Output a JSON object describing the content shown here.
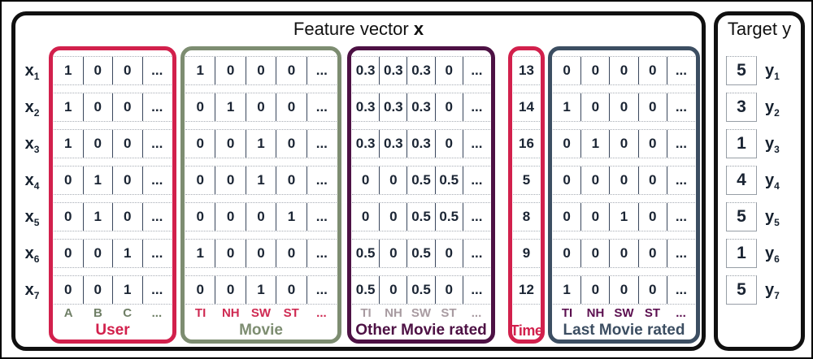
{
  "main": {
    "title_prefix": "Feature vector ",
    "title_bold": "x"
  },
  "target": {
    "title": "Target y"
  },
  "colors": {
    "panel_border": "#101010",
    "cell_text": "#1a2433",
    "red": "#d2204c",
    "green": "#7d8d71",
    "purple": "#4d1144",
    "slate": "#3c4e62"
  },
  "groups": {
    "user": {
      "name": "User",
      "color": "#d2204c",
      "name_color": "#d2204c",
      "letter_color": "#6f7f66",
      "letters": [
        "A",
        "B",
        "C",
        "..."
      ]
    },
    "movie": {
      "name": "Movie",
      "color": "#7d8d71",
      "name_color": "#7d8d71",
      "letter_color": "#cf2a52",
      "letters": [
        "TI",
        "NH",
        "SW",
        "ST",
        "..."
      ]
    },
    "other": {
      "name": "Other Movie rated",
      "color": "#4d1144",
      "name_color": "#4d1144",
      "letter_color": "#a89ba1",
      "letters": [
        "TI",
        "NH",
        "SW",
        "ST",
        "..."
      ]
    },
    "time": {
      "name": "Time",
      "color": "#d2204c",
      "name_color": "#d2204c",
      "letter_color": "#d2204c",
      "letters": []
    },
    "last": {
      "name": "Last Movie rated",
      "color": "#3c4e62",
      "name_color": "#3c4e62",
      "letter_color": "#5c1050",
      "letters": [
        "TI",
        "NH",
        "SW",
        "ST",
        "..."
      ]
    }
  },
  "rows": [
    {
      "label": "x",
      "sub": "1",
      "user": [
        "1",
        "0",
        "0",
        "..."
      ],
      "movie": [
        "1",
        "0",
        "0",
        "0",
        "..."
      ],
      "other": [
        "0.3",
        "0.3",
        "0.3",
        "0",
        "..."
      ],
      "time": "13",
      "last": [
        "0",
        "0",
        "0",
        "0",
        "..."
      ],
      "target_value": "5",
      "target_label": "y",
      "target_sub": "1"
    },
    {
      "label": "x",
      "sub": "2",
      "user": [
        "1",
        "0",
        "0",
        "..."
      ],
      "movie": [
        "0",
        "1",
        "0",
        "0",
        "..."
      ],
      "other": [
        "0.3",
        "0.3",
        "0.3",
        "0",
        "..."
      ],
      "time": "14",
      "last": [
        "1",
        "0",
        "0",
        "0",
        "..."
      ],
      "target_value": "3",
      "target_label": "y",
      "target_sub": "2"
    },
    {
      "label": "x",
      "sub": "3",
      "user": [
        "1",
        "0",
        "0",
        "..."
      ],
      "movie": [
        "0",
        "0",
        "1",
        "0",
        "..."
      ],
      "other": [
        "0.3",
        "0.3",
        "0.3",
        "0",
        "..."
      ],
      "time": "16",
      "last": [
        "0",
        "1",
        "0",
        "0",
        "..."
      ],
      "target_value": "1",
      "target_label": "y",
      "target_sub": "3"
    },
    {
      "label": "x",
      "sub": "4",
      "user": [
        "0",
        "1",
        "0",
        "..."
      ],
      "movie": [
        "0",
        "0",
        "1",
        "0",
        "..."
      ],
      "other": [
        "0",
        "0",
        "0.5",
        "0.5",
        "..."
      ],
      "time": "5",
      "last": [
        "0",
        "0",
        "0",
        "0",
        "..."
      ],
      "target_value": "4",
      "target_label": "y",
      "target_sub": "4"
    },
    {
      "label": "x",
      "sub": "5",
      "user": [
        "0",
        "1",
        "0",
        "..."
      ],
      "movie": [
        "0",
        "0",
        "0",
        "1",
        "..."
      ],
      "other": [
        "0",
        "0",
        "0.5",
        "0.5",
        "..."
      ],
      "time": "8",
      "last": [
        "0",
        "0",
        "1",
        "0",
        "..."
      ],
      "target_value": "5",
      "target_label": "y",
      "target_sub": "5"
    },
    {
      "label": "x",
      "sub": "6",
      "user": [
        "0",
        "0",
        "1",
        "..."
      ],
      "movie": [
        "1",
        "0",
        "0",
        "0",
        "..."
      ],
      "other": [
        "0.5",
        "0",
        "0.5",
        "0",
        "..."
      ],
      "time": "9",
      "last": [
        "0",
        "0",
        "0",
        "0",
        "..."
      ],
      "target_value": "1",
      "target_label": "y",
      "target_sub": "6"
    },
    {
      "label": "x",
      "sub": "7",
      "user": [
        "0",
        "0",
        "1",
        "..."
      ],
      "movie": [
        "0",
        "0",
        "1",
        "0",
        "..."
      ],
      "other": [
        "0.5",
        "0",
        "0.5",
        "0",
        "..."
      ],
      "time": "12",
      "last": [
        "1",
        "0",
        "0",
        "0",
        "..."
      ],
      "target_value": "5",
      "target_label": "y",
      "target_sub": "7"
    }
  ]
}
